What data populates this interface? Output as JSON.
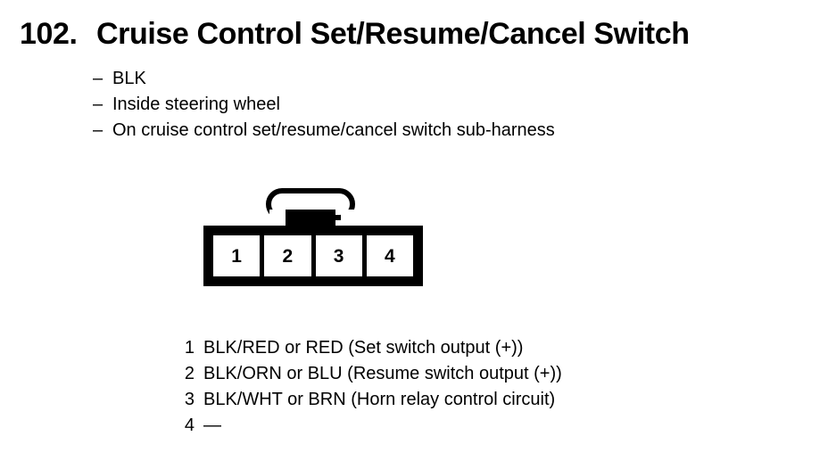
{
  "title": {
    "number": "102.",
    "text": "Cruise Control Set/Resume/Cancel Switch"
  },
  "notes": {
    "dash": "–",
    "items": [
      "BLK",
      "Inside steering wheel",
      "On cruise control set/resume/cancel switch sub-harness"
    ]
  },
  "connector": {
    "cavities": [
      "1",
      "2",
      "3",
      "4"
    ]
  },
  "legend": {
    "rows": [
      {
        "pin": "1",
        "desc": "BLK/RED or RED (Set switch output (+))"
      },
      {
        "pin": "2",
        "desc": "BLK/ORN or BLU (Resume switch output (+))"
      },
      {
        "pin": "3",
        "desc": "BLK/WHT or BRN (Horn relay control circuit)"
      },
      {
        "pin": "4",
        "desc": "—"
      }
    ]
  },
  "colors": {
    "ink": "#000000",
    "background": "#ffffff"
  }
}
